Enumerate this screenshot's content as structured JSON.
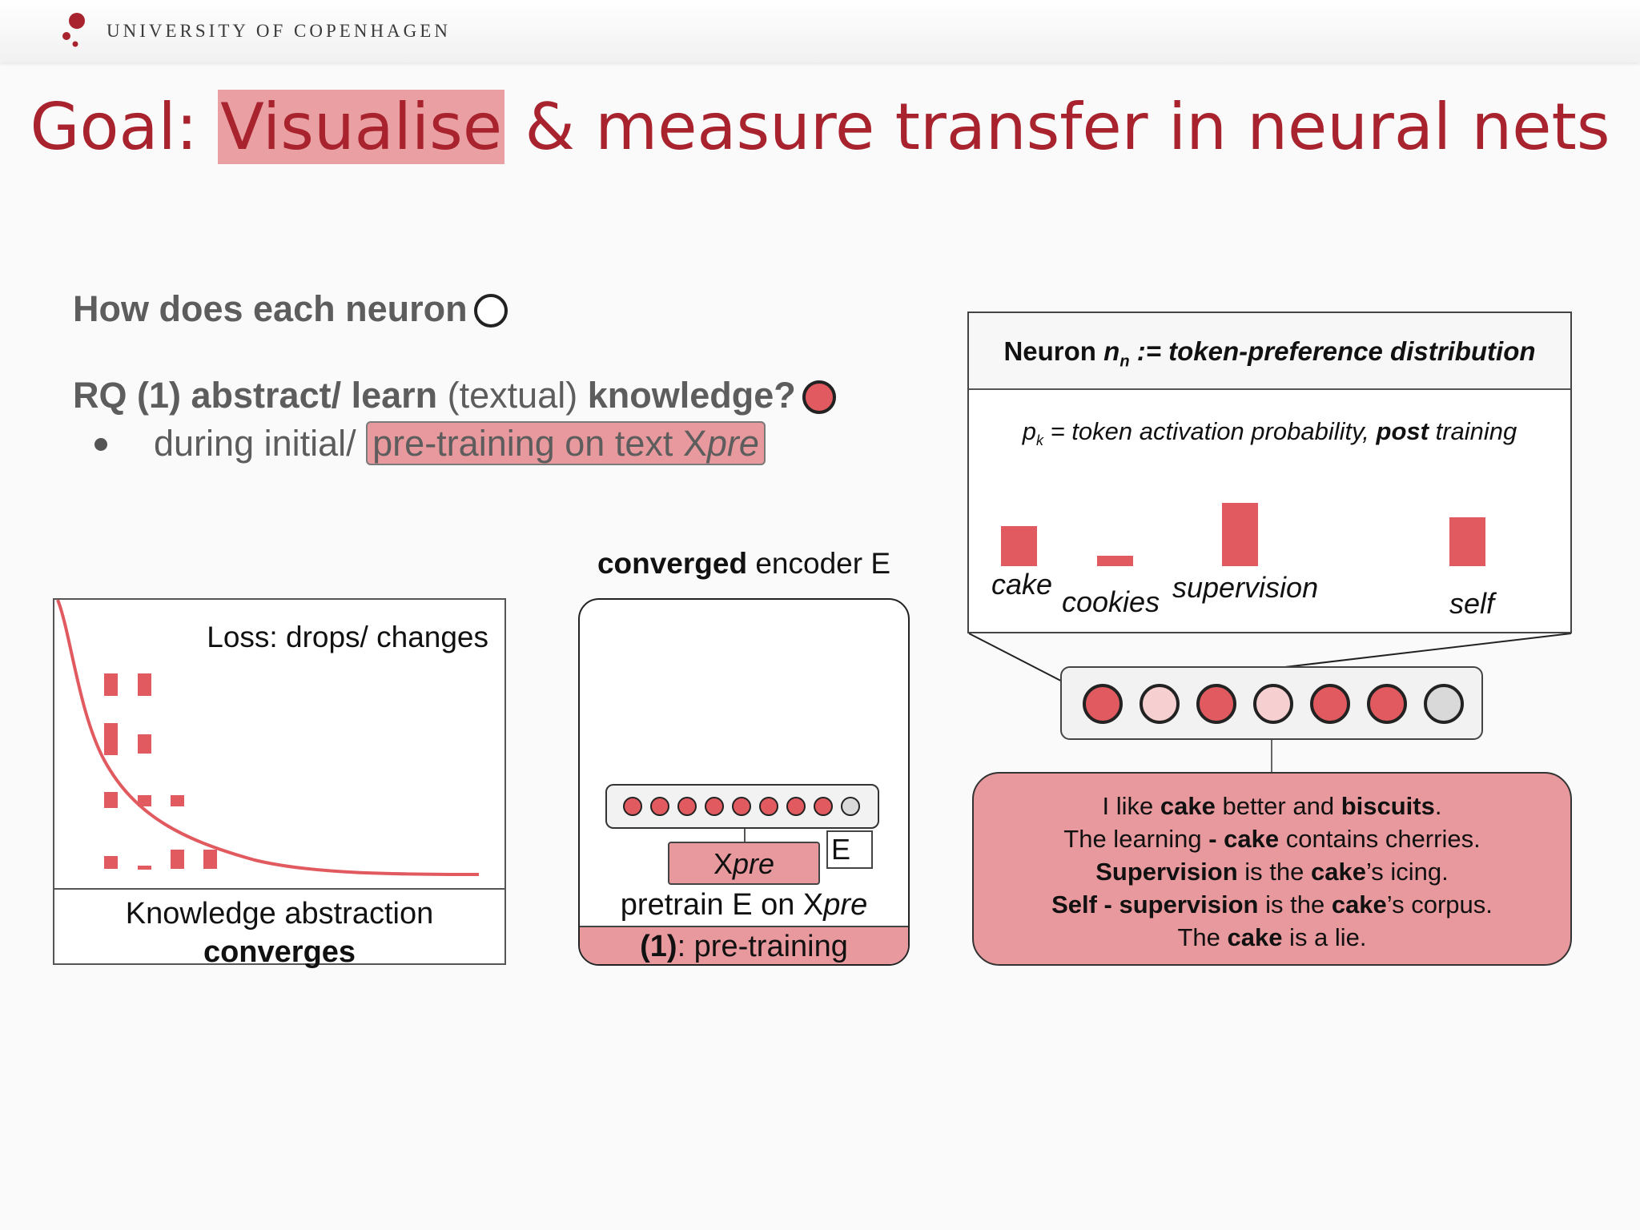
{
  "header": {
    "institution": "UNIVERSITY OF COPENHAGEN"
  },
  "title": {
    "highlight": "Visualise",
    "prefix": "Goal: ",
    "suffix": " & measure transfer in neural nets"
  },
  "question": {
    "line1": "How does each neuron",
    "rq_bold1": "RQ (1) abstract/ learn",
    "rq_normal": " (textual) ",
    "rq_bold2": "knowledge?",
    "bullet_prefix": "during initial/ ",
    "bullet_highlight_pre": "pre-training on text X",
    "bullet_highlight_italic": "pre"
  },
  "loss_panel": {
    "label": "Loss: drops/ changes",
    "caption_line1": "Knowledge abstraction",
    "caption_line2": "converges"
  },
  "encoder_panel": {
    "title_bold": "converged",
    "title_rest": " encoder E",
    "xpre_x": "X",
    "xpre_italic": "pre",
    "e_label": "E",
    "pretrain_text": "pretrain E on X",
    "pretrain_italic": "pre",
    "footer_bold": "(1)",
    "footer_rest": ": pre-training",
    "neuron_colors": [
      "#e15a5f",
      "#e15a5f",
      "#e15a5f",
      "#e15a5f",
      "#e15a5f",
      "#e15a5f",
      "#e15a5f",
      "#e15a5f",
      "#d9d9d9"
    ]
  },
  "token_panel": {
    "header_pre": "Neuron ",
    "header_n": "n",
    "header_sub": "n",
    "header_post": " := token-preference distribution",
    "sub_p": "p",
    "sub_k": "k",
    "sub_text": " = token activation probability, ",
    "sub_bold": "post",
    "sub_end": " training",
    "tokens": [
      "cake",
      "cookies",
      "supervision",
      "self"
    ],
    "bar_values": [
      0.45,
      0.12,
      0.72,
      0.55
    ]
  },
  "neuron_row": {
    "colors": [
      "#e15a5f",
      "#f6cfd0",
      "#e15a5f",
      "#f6cfd0",
      "#e15a5f",
      "#e15a5f",
      "#d9d9d9"
    ]
  },
  "sentences": {
    "s1_a": "I like ",
    "s1_b": "cake",
    "s1_c": " better and ",
    "s1_d": "biscuits",
    "s1_e": ".",
    "s2_a": "The learning ",
    "s2_b": "- cake",
    "s2_c": " contains cherries.",
    "s3_a": "Supervision",
    "s3_b": " is the ",
    "s3_c": "cake",
    "s3_d": "’s icing.",
    "s4_a": "Self - supervision",
    "s4_b": " is the ",
    "s4_c": "cake",
    "s4_d": "’s corpus.",
    "s5_a": "The ",
    "s5_b": "cake",
    "s5_c": " is a lie."
  },
  "colors": {
    "accent": "#a8232e",
    "pink": "#e8999d",
    "red": "#e15a5f",
    "light_pink": "#f6cfd0"
  }
}
